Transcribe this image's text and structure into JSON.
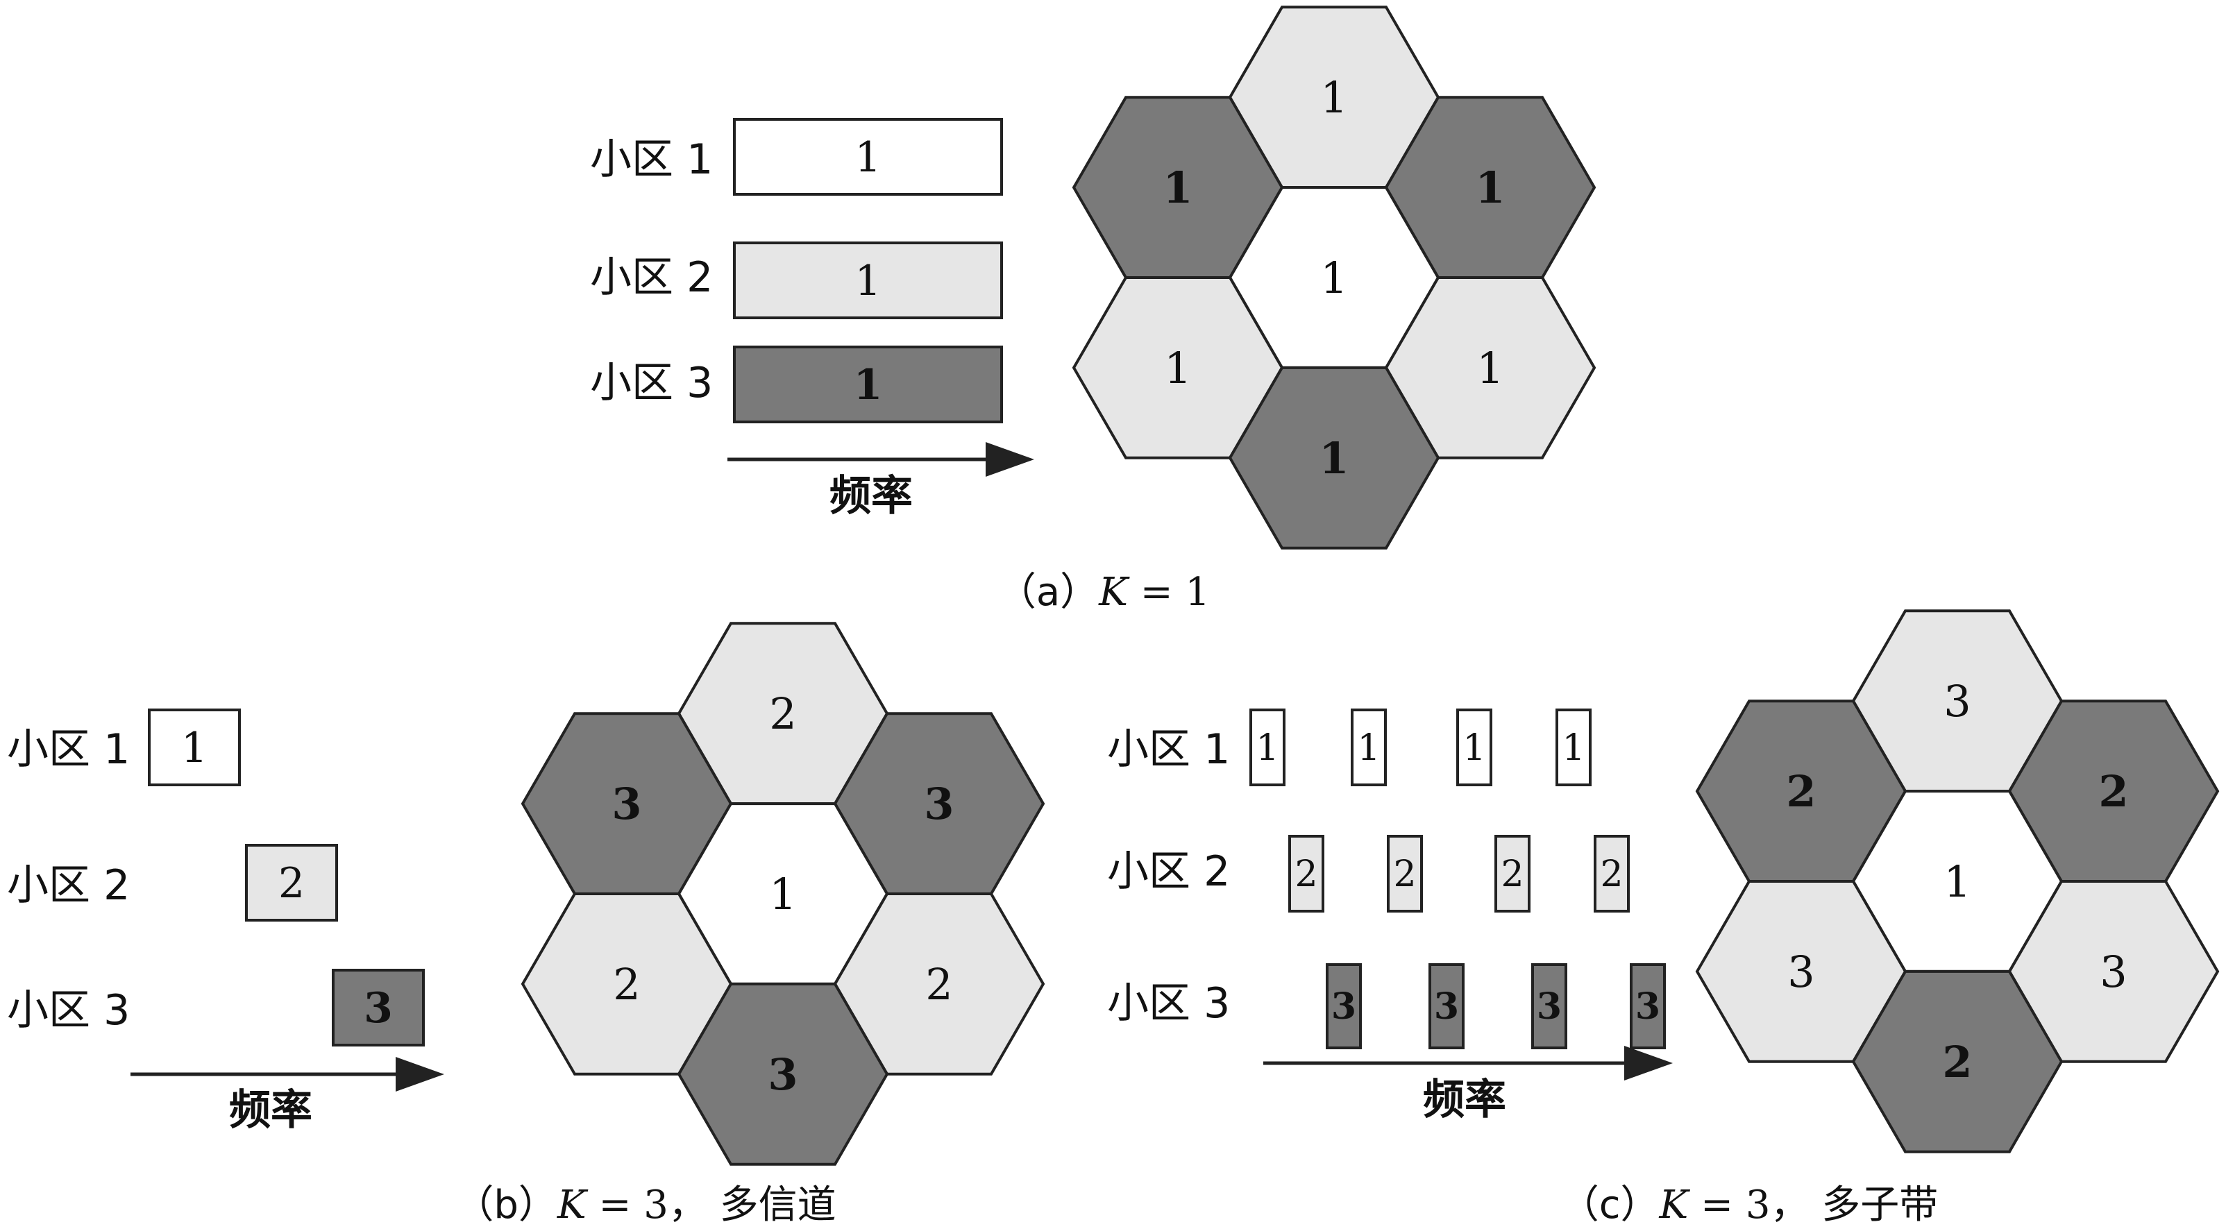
{
  "colors": {
    "white": "#ffffff",
    "light": "#e6e6e6",
    "dark": "#7a7a7a",
    "stroke": "#222222",
    "text": "#111111"
  },
  "panel_a": {
    "caption_prefix": "（a）",
    "caption_k": "K",
    "caption_eq": " = 1",
    "rows": [
      {
        "label": "小区 1",
        "blocks": [
          "1"
        ],
        "shade": "white"
      },
      {
        "label": "小区 2",
        "blocks": [
          "1"
        ],
        "shade": "light"
      },
      {
        "label": "小区 3",
        "blocks": [
          "1"
        ],
        "shade": "dark"
      }
    ],
    "axis_label": "频率",
    "hex_cells": [
      {
        "pos": "top",
        "label": "1",
        "shade": "light"
      },
      {
        "pos": "upper-left",
        "label": "1",
        "shade": "dark"
      },
      {
        "pos": "upper-right",
        "label": "1",
        "shade": "dark"
      },
      {
        "pos": "center",
        "label": "1",
        "shade": "white"
      },
      {
        "pos": "lower-left",
        "label": "1",
        "shade": "light"
      },
      {
        "pos": "lower-right",
        "label": "1",
        "shade": "light"
      },
      {
        "pos": "bottom",
        "label": "1",
        "shade": "dark"
      }
    ]
  },
  "panel_b": {
    "caption_prefix": "（b）",
    "caption_k": "K",
    "caption_eq": " = 3",
    "caption_suffix": "， 多信道",
    "rows": [
      {
        "label": "小区 1",
        "blocks": [
          "1"
        ],
        "shade": "white"
      },
      {
        "label": "小区 2",
        "blocks": [
          "2"
        ],
        "shade": "light"
      },
      {
        "label": "小区 3",
        "blocks": [
          "3"
        ],
        "shade": "dark"
      }
    ],
    "axis_label": "频率",
    "hex_cells": [
      {
        "pos": "top",
        "label": "2",
        "shade": "light"
      },
      {
        "pos": "upper-left",
        "label": "3",
        "shade": "dark"
      },
      {
        "pos": "upper-right",
        "label": "3",
        "shade": "dark"
      },
      {
        "pos": "center",
        "label": "1",
        "shade": "white"
      },
      {
        "pos": "lower-left",
        "label": "2",
        "shade": "light"
      },
      {
        "pos": "lower-right",
        "label": "2",
        "shade": "light"
      },
      {
        "pos": "bottom",
        "label": "3",
        "shade": "dark"
      }
    ]
  },
  "panel_c": {
    "caption_prefix": "（c）",
    "caption_k": "K",
    "caption_eq": " = 3",
    "caption_suffix": "， 多子带",
    "rows": [
      {
        "label": "小区 1",
        "blocks": [
          "1",
          "1",
          "1",
          "1"
        ],
        "shade": "white"
      },
      {
        "label": "小区 2",
        "blocks": [
          "2",
          "2",
          "2",
          "2"
        ],
        "shade": "light"
      },
      {
        "label": "小区 3",
        "blocks": [
          "3",
          "3",
          "3",
          "3"
        ],
        "shade": "dark"
      }
    ],
    "axis_label": "频率",
    "hex_cells": [
      {
        "pos": "top",
        "label": "3",
        "shade": "light"
      },
      {
        "pos": "upper-left",
        "label": "2",
        "shade": "dark"
      },
      {
        "pos": "upper-right",
        "label": "2",
        "shade": "dark"
      },
      {
        "pos": "center",
        "label": "1",
        "shade": "white"
      },
      {
        "pos": "lower-left",
        "label": "3",
        "shade": "light"
      },
      {
        "pos": "lower-right",
        "label": "3",
        "shade": "light"
      },
      {
        "pos": "bottom",
        "label": "2",
        "shade": "dark"
      }
    ]
  }
}
